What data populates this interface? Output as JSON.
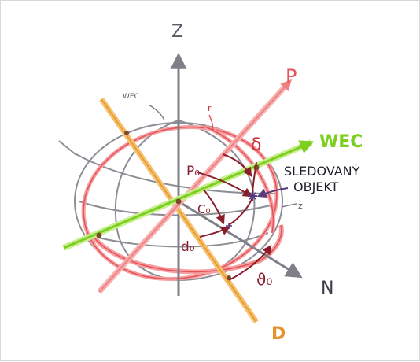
{
  "labels": {
    "z_axis": "Z",
    "p_axis": "P",
    "wec_axis": "WEC",
    "wec_small": "WEC",
    "delta": "δ",
    "tracked_object_line1": "SLEDOVANÝ",
    "tracked_object_line2": "OBJEKT",
    "p0": "P₀",
    "c0": "C₀",
    "d0": "d₀",
    "theta0": "ϑ₀",
    "n_axis": "N",
    "d_axis": "D",
    "r_mark": "r",
    "z_small": "z"
  },
  "colors": {
    "grey_axis": "#7f7f8a",
    "red": "#e8505a",
    "salmon": "#f4a0a0",
    "orange": "#f0a030",
    "green": "#7ccf1e",
    "dark_red": "#9a1c2c",
    "purple": "#5a3a7a"
  },
  "icons": [
    "star-icon"
  ]
}
